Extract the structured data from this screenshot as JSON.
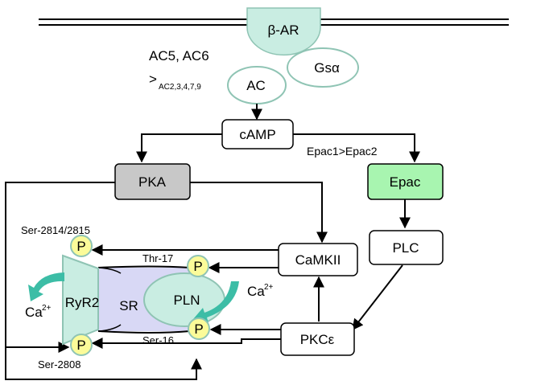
{
  "receptor": {
    "label": "β-AR"
  },
  "gs_alpha": {
    "label": "Gsα"
  },
  "ac": {
    "label": "AC"
  },
  "ac_isoforms": {
    "main": "AC5, AC6",
    "prefix": ">",
    "sub": "AC2,3,4,7,9"
  },
  "camp": {
    "label": "cAMP"
  },
  "pka": {
    "label": "PKA"
  },
  "epac": {
    "label": "Epac"
  },
  "epac_isoforms": {
    "label": "Epac1>Epac2"
  },
  "plc": {
    "label": "PLC"
  },
  "camkii": {
    "label": "CaMKII"
  },
  "pkc": {
    "label": "PKCε"
  },
  "ryr2": {
    "label": "RyR2"
  },
  "sr": {
    "label": "SR"
  },
  "pln": {
    "label": "PLN"
  },
  "phospho": {
    "label": "P"
  },
  "sites": {
    "ser_2814": "Ser-2814/2815",
    "thr_17": "Thr-17",
    "ser_16": "Ser-16",
    "ser_2808": "Ser-2808"
  },
  "calcium": {
    "base": "Ca",
    "charge": "2+"
  },
  "colors": {
    "membrane_green": "#c9ede2",
    "outline_green": "#8fc4b4",
    "pka_gray": "#c8c8c8",
    "epac_green": "#a8f5b0",
    "sr_lavender": "#d8d8f5",
    "phospho_yellow": "#fbfb99",
    "arrow_teal": "#3cbda6"
  }
}
